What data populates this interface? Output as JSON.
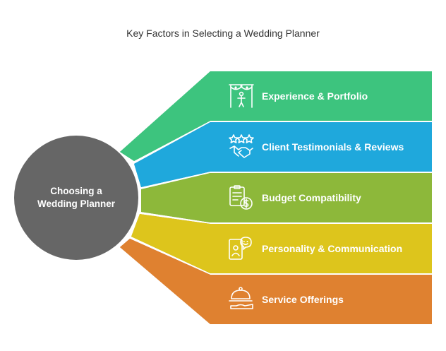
{
  "title": "Key Factors in Selecting a Wedding Planner",
  "hub": {
    "line1": "Choosing a",
    "line2": "Wedding Planner",
    "color": "#666666"
  },
  "factors": [
    {
      "label": "Experience & Portfolio",
      "icon": "wedding-arch-icon",
      "color": "#3DC47E",
      "shade": "#2F9E63"
    },
    {
      "label": "Client Testimonials & Reviews",
      "icon": "stars-handshake-icon",
      "color": "#1FA8DC",
      "shade": "#1787B3"
    },
    {
      "label": "Budget Compatibility",
      "icon": "budget-document-icon",
      "color": "#8DB83A",
      "shade": "#71962C"
    },
    {
      "label": "Personality & Communication",
      "icon": "person-chat-icon",
      "color": "#DDC51C",
      "shade": "#B9A415"
    },
    {
      "label": "Service Offerings",
      "icon": "serving-cloche-icon",
      "color": "#DF8130",
      "shade": "#BB6A24"
    }
  ]
}
